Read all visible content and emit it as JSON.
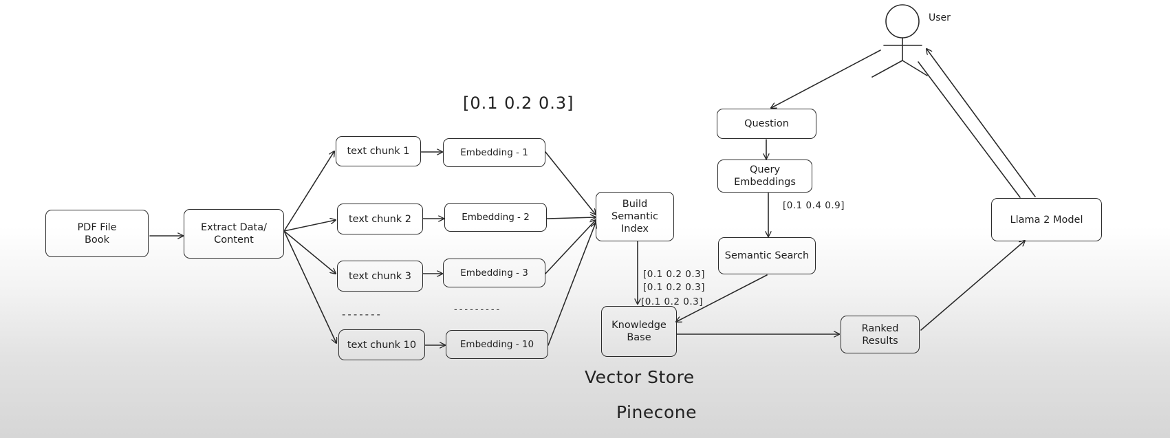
{
  "nodes": {
    "pdf": "PDF File\nBook",
    "extract": "Extract Data/\nContent",
    "chunk1": "text chunk 1",
    "chunk2": "text chunk 2",
    "chunk3": "text chunk 3",
    "chunk10": "text chunk 10",
    "emb1": "Embedding - 1",
    "emb2": "Embedding - 2",
    "emb3": "Embedding - 3",
    "emb10": "Embedding - 10",
    "build_index": "Build\nSemantic\nIndex",
    "knowledge_base": "Knowledge\nBase",
    "question": "Question",
    "query_embeddings": "Query Embeddings",
    "semantic_search": "Semantic Search",
    "ranked_results": "Ranked\nResults",
    "llama": "Llama 2 Model"
  },
  "labels": {
    "user": "User",
    "vector_top": "[0.1 0.2 0.3]",
    "query_vector": "[0.1 0.4 0.9]",
    "kb_vectors": [
      "[0.1 0.2 0.3]",
      "[0.1 0.2 0.3]",
      "[0.1 0.2 0.3]"
    ],
    "chunk_ellipsis": "-------",
    "embedding_ellipsis": "---------",
    "vector_store": "Vector Store",
    "pinecone": "Pinecone"
  }
}
